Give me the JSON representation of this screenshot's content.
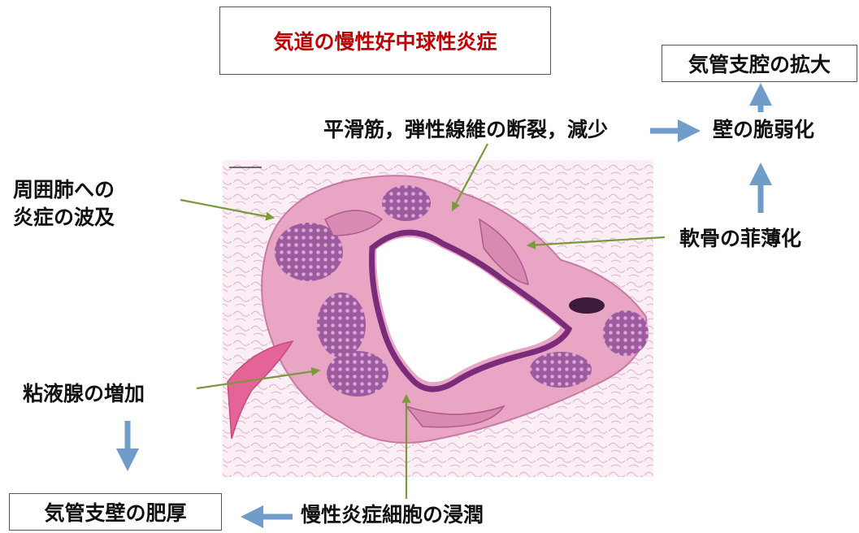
{
  "title": "気道の慢性好中球性炎症",
  "boxes": {
    "dilation": "気管支腔の拡大",
    "wall_thickening": "気管支壁の肥厚"
  },
  "labels": {
    "smooth_muscle": "平滑筋，弾性線維の断裂，減少",
    "wall_fragility": "壁の脆弱化",
    "cartilage": "軟骨の菲薄化",
    "spread_line1": "周囲肺への",
    "spread_line2": "炎症の波及",
    "mucous_gland": "粘液腺の増加",
    "infiltration": "慢性炎症細胞の浸潤"
  },
  "colors": {
    "title_red": "#c00000",
    "blue_arrow": "#6f9cc8",
    "green_arrow": "#7a9a3a"
  }
}
